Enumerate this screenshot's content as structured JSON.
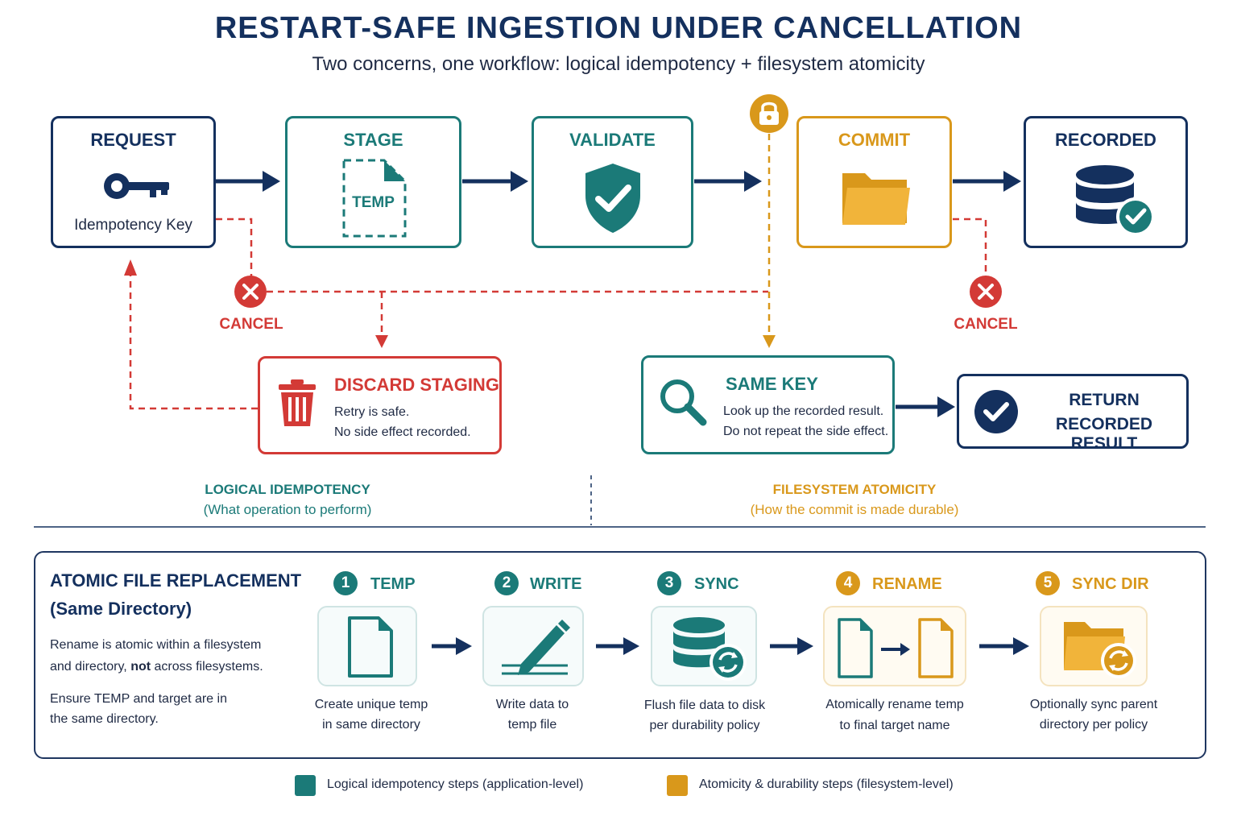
{
  "header": {
    "title": "RESTART-SAFE INGESTION UNDER CANCELLATION",
    "subtitle": "Two concerns, one workflow: logical idempotency + filesystem atomicity"
  },
  "flow": {
    "request": {
      "title": "REQUEST",
      "caption": "Idempotency Key",
      "icon": "key-icon"
    },
    "stage": {
      "title": "STAGE",
      "file_label": "TEMP",
      "icon": "temp-file-icon"
    },
    "validate": {
      "title": "VALIDATE",
      "icon": "shield-check-icon"
    },
    "commit": {
      "title": "COMMIT",
      "icon": "folder-icon",
      "lock_icon": "lock-icon"
    },
    "recorded": {
      "title": "RECORDED",
      "icon": "database-check-icon"
    }
  },
  "cancel_left": {
    "label": "CANCEL",
    "icon": "cancel-x-icon"
  },
  "cancel_right": {
    "label": "CANCEL",
    "icon": "cancel-x-icon"
  },
  "discard": {
    "title": "DISCARD STAGING",
    "line1": "Retry is safe.",
    "line2": "No side effect recorded.",
    "icon": "trash-icon"
  },
  "same_key": {
    "title": "SAME KEY",
    "line1": "Look up the recorded result.",
    "line2": "Do not repeat the side effect.",
    "icon": "magnifier-icon"
  },
  "return_result": {
    "line1": "RETURN",
    "line2": "RECORDED RESULT",
    "icon": "check-circle-icon"
  },
  "sections": {
    "logical_title": "LOGICAL IDEMPOTENCY",
    "logical_sub": "(What operation to perform)",
    "fs_title": "FILESYSTEM ATOMICITY",
    "fs_sub": "(How the commit is made durable)"
  },
  "atomic": {
    "title_line1": "ATOMIC FILE REPLACEMENT",
    "title_line2": "(Same Directory)",
    "note1_pre": "Rename is atomic within a filesystem",
    "note1_mid_pre": "and directory, ",
    "note1_bold": "not",
    "note1_post": " across filesystems.",
    "note2_line1": "Ensure TEMP and target are in",
    "note2_line2": "the same directory.",
    "steps": [
      {
        "num": "1",
        "title": "TEMP",
        "desc1": "Create unique temp",
        "desc2": "in same directory",
        "icon": "file-icon"
      },
      {
        "num": "2",
        "title": "WRITE",
        "desc1": "Write data to",
        "desc2": "temp file",
        "icon": "pencil-icon"
      },
      {
        "num": "3",
        "title": "SYNC",
        "desc1": "Flush file data to disk",
        "desc2": "per durability policy",
        "icon": "database-sync-icon"
      },
      {
        "num": "4",
        "title": "RENAME",
        "desc1": "Atomically rename temp",
        "desc2": "to final target name",
        "icon": "rename-files-icon"
      },
      {
        "num": "5",
        "title": "SYNC DIR",
        "desc1": "Optionally sync parent",
        "desc2": "directory per policy",
        "icon": "folder-sync-icon"
      }
    ]
  },
  "legend": {
    "logical": "Logical idempotency steps (application-level)",
    "atomicity": "Atomicity & durability steps (filesystem-level)"
  },
  "colors": {
    "navy": "#14305e",
    "teal": "#1b7a78",
    "gold": "#d9981b",
    "red": "#d33a36"
  }
}
